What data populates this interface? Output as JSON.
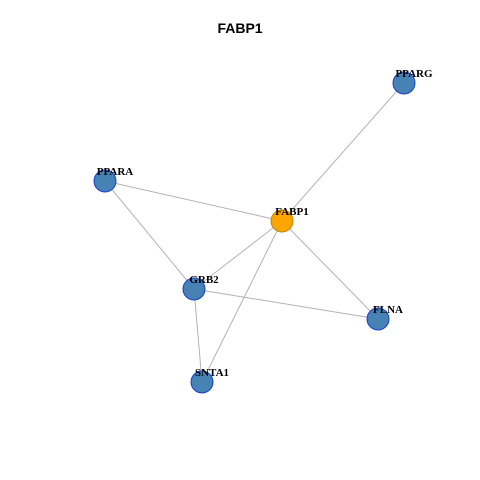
{
  "title": "FABP1",
  "colors": {
    "hub_fill": "#FFA500",
    "hub_stroke": "#B8860B",
    "node_fill": "#4682B4",
    "node_stroke": "#1A3FCC",
    "edge": "#B3B3B3"
  },
  "network": {
    "hub": "FABP1",
    "nodes": [
      "FABP1",
      "PPARG",
      "PPARA",
      "GRB2",
      "FLNA",
      "SNTA1"
    ],
    "edges": [
      [
        "FABP1",
        "PPARG"
      ],
      [
        "FABP1",
        "PPARA"
      ],
      [
        "FABP1",
        "GRB2"
      ],
      [
        "FABP1",
        "FLNA"
      ],
      [
        "FABP1",
        "SNTA1"
      ],
      [
        "PPARA",
        "GRB2"
      ],
      [
        "GRB2",
        "FLNA"
      ],
      [
        "GRB2",
        "SNTA1"
      ]
    ]
  }
}
